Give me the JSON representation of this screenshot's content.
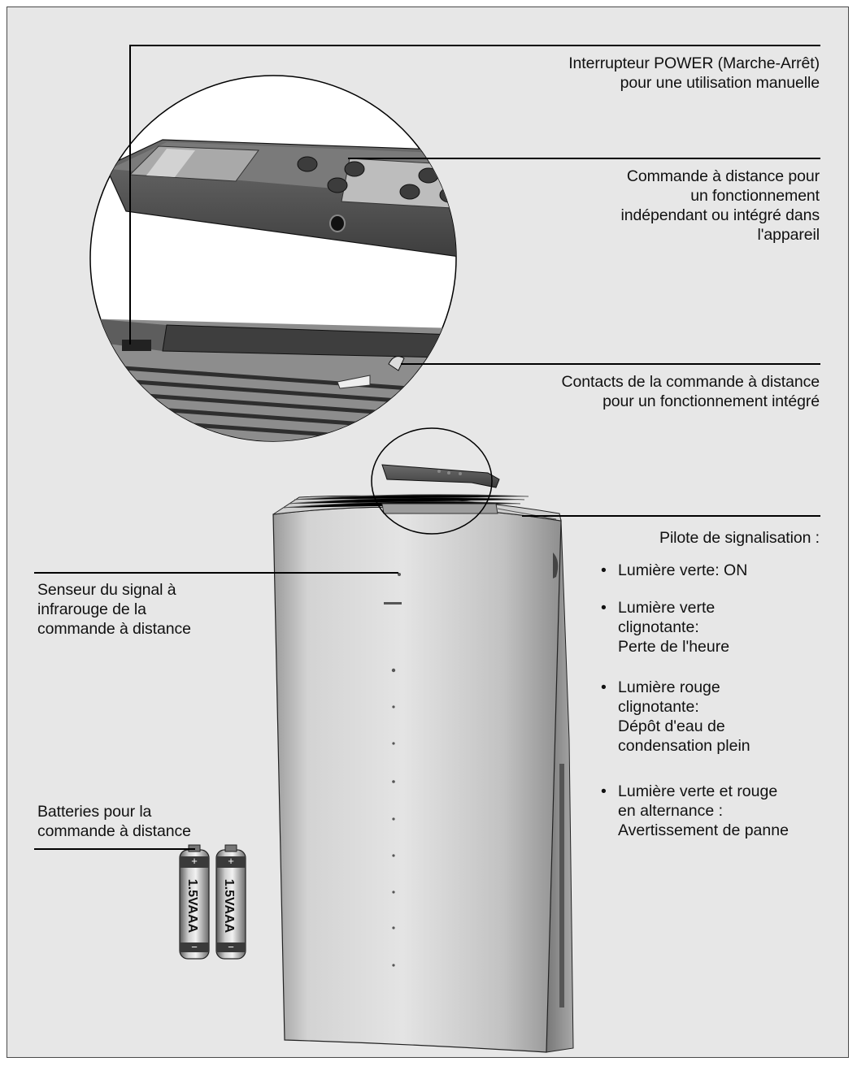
{
  "labels": {
    "power_switch": [
      "Interrupteur POWER (Marche-Arrêt)",
      "pour une utilisation manuelle"
    ],
    "remote_control": [
      "Commande à distance pour",
      "un fonctionnement",
      "indépendant ou intégré dans",
      "l'appareil"
    ],
    "remote_contacts": [
      "Contacts de la commande à distance",
      "pour un fonctionnement intégré"
    ],
    "signal_pilot": "Pilote de signalisation :",
    "ir_sensor": [
      "Senseur du signal à",
      "infrarouge de la",
      "commande à distance"
    ],
    "batteries": [
      "Batteries pour la",
      "commande à distance"
    ]
  },
  "bullet_symbol": "•",
  "signal_states": [
    [
      "Lumière verte: ON"
    ],
    [
      "Lumière verte",
      "clignotante:",
      "Perte de l'heure"
    ],
    [
      "Lumière rouge",
      "clignotante:",
      "Dépôt d'eau de",
      "condensation plein"
    ],
    [
      "Lumière verte et rouge",
      "en alternance :",
      "Avertissement de panne"
    ]
  ],
  "battery_print": {
    "voltage_label": "1.5V",
    "size_label": "AAA",
    "plus": "+",
    "minus": "−"
  },
  "colors": {
    "background": "#e7e7e7",
    "line": "#000000",
    "device_light": "#d9d9d9",
    "device_dark": "#8a8a8a",
    "remote": "#555555"
  }
}
